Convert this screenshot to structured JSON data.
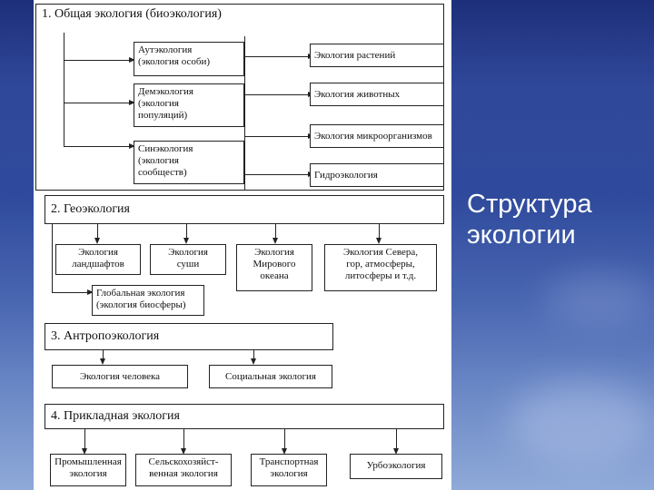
{
  "slide_title": [
    "Структура",
    "экологии"
  ],
  "diagram": {
    "s1": {
      "header": "1. Общая экология (биоэкология)",
      "left": [
        [
          "Аутэкология",
          "(экология особи)"
        ],
        [
          "Демэкология",
          "(экология",
          "популяций)"
        ],
        [
          "Синэкология",
          "(экология",
          "сообществ)"
        ]
      ],
      "right": [
        "Экология растений",
        "Экология животных",
        "Экология микроорганизмов",
        "Гидроэкология"
      ]
    },
    "s2": {
      "header": "2. Геоэкология",
      "items": [
        [
          "Экология",
          "ландшафтов"
        ],
        [
          "Экология",
          "суши"
        ],
        [
          "Экология",
          "Мирового",
          "океана"
        ],
        [
          "Экология Севера,",
          "гор, атмосферы,",
          "литосферы и т.д."
        ]
      ],
      "global": [
        "Глобальная экология",
        "(экология биосферы)"
      ]
    },
    "s3": {
      "header": "3. Антропоэкология",
      "items": [
        "Экология человека",
        "Социальная экология"
      ]
    },
    "s4": {
      "header": "4. Прикладная экология",
      "items": [
        [
          "Промышленная",
          "экология"
        ],
        [
          "Сельскохозяйст-",
          "венная экология"
        ],
        [
          "Транспортная",
          "экология"
        ],
        [
          "Урбоэкология"
        ]
      ]
    }
  }
}
